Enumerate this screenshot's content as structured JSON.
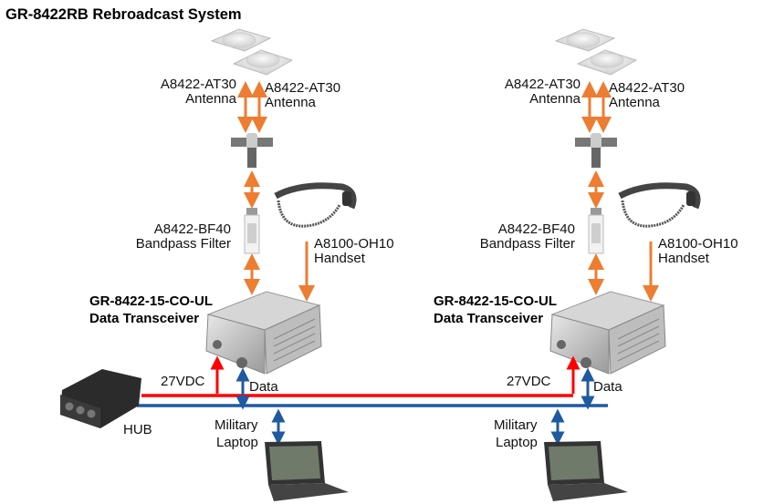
{
  "title": "GR-8422RB Rebroadcast System",
  "colors": {
    "rf": "#ed7d31",
    "power": "#ff0000",
    "data": "#1f5aa0"
  },
  "sites": [
    {
      "antenna_left": {
        "model": "A8422-AT30",
        "name": "Antenna"
      },
      "antenna_right": {
        "model": "A8422-AT30",
        "name": "Antenna"
      },
      "filter": {
        "model": "A8422-BF40",
        "name": "Bandpass Filter"
      },
      "handset": {
        "model": "A8100-OH10",
        "name": "Handset"
      },
      "transceiver": {
        "model": "GR-8422-15-CO-UL",
        "name": "Data Transceiver"
      },
      "power_label": "27VDC",
      "data_label": "Data",
      "laptop": {
        "line1": "Military",
        "line2": "Laptop"
      }
    },
    {
      "antenna_left": {
        "model": "A8422-AT30",
        "name": "Antenna"
      },
      "antenna_right": {
        "model": "A8422-AT30",
        "name": "Antenna"
      },
      "filter": {
        "model": "A8422-BF40",
        "name": "Bandpass Filter"
      },
      "handset": {
        "model": "A8100-OH10",
        "name": "Handset"
      },
      "transceiver": {
        "model": "GR-8422-15-CO-UL",
        "name": "Data Transceiver"
      },
      "power_label": "27VDC",
      "data_label": "Data",
      "laptop": {
        "line1": "Military",
        "line2": "Laptop"
      }
    }
  ],
  "hub": {
    "label": "HUB"
  }
}
